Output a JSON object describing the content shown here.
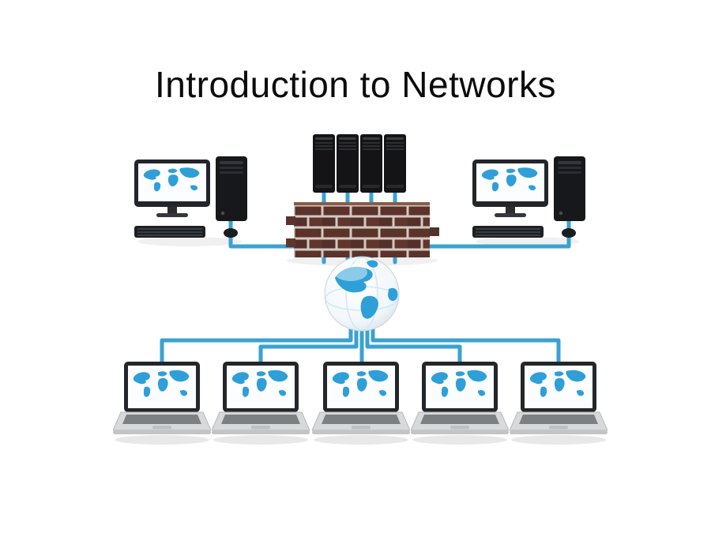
{
  "slide": {
    "title": "Introduction to Networks",
    "background_color": "#ffffff",
    "title_color": "#0b0b0b"
  },
  "diagram": {
    "type": "network-topology-illustration",
    "colors": {
      "connection_line": "#3aa2d0",
      "brick": "#5b332b",
      "mortar": "#d3c9bf",
      "map_blue": "#2f9fd8",
      "device_dark": "#1a1c1f",
      "laptop_body": "#d8d9db"
    },
    "nodes": [
      {
        "id": "server-rack",
        "kind": "tower-servers",
        "count": 4,
        "position": "top-center"
      },
      {
        "id": "firewall",
        "kind": "brick-wall",
        "position": "center-below-servers"
      },
      {
        "id": "internet-globe",
        "kind": "globe",
        "position": "center"
      },
      {
        "id": "desktop-left",
        "kind": "desktop-computer",
        "position": "middle-left"
      },
      {
        "id": "desktop-right",
        "kind": "desktop-computer",
        "position": "middle-right"
      },
      {
        "id": "laptop-1",
        "kind": "laptop",
        "position": "bottom-row-1"
      },
      {
        "id": "laptop-2",
        "kind": "laptop",
        "position": "bottom-row-2"
      },
      {
        "id": "laptop-3",
        "kind": "laptop",
        "position": "bottom-row-3"
      },
      {
        "id": "laptop-4",
        "kind": "laptop",
        "position": "bottom-row-4"
      },
      {
        "id": "laptop-5",
        "kind": "laptop",
        "position": "bottom-row-5"
      }
    ],
    "edges": [
      {
        "from": "server-rack",
        "to": "firewall"
      },
      {
        "from": "desktop-left",
        "to": "firewall"
      },
      {
        "from": "desktop-right",
        "to": "firewall"
      },
      {
        "from": "firewall",
        "to": "internet-globe"
      },
      {
        "from": "internet-globe",
        "to": "laptop-1"
      },
      {
        "from": "internet-globe",
        "to": "laptop-2"
      },
      {
        "from": "internet-globe",
        "to": "laptop-3"
      },
      {
        "from": "internet-globe",
        "to": "laptop-4"
      },
      {
        "from": "internet-globe",
        "to": "laptop-5"
      }
    ]
  }
}
